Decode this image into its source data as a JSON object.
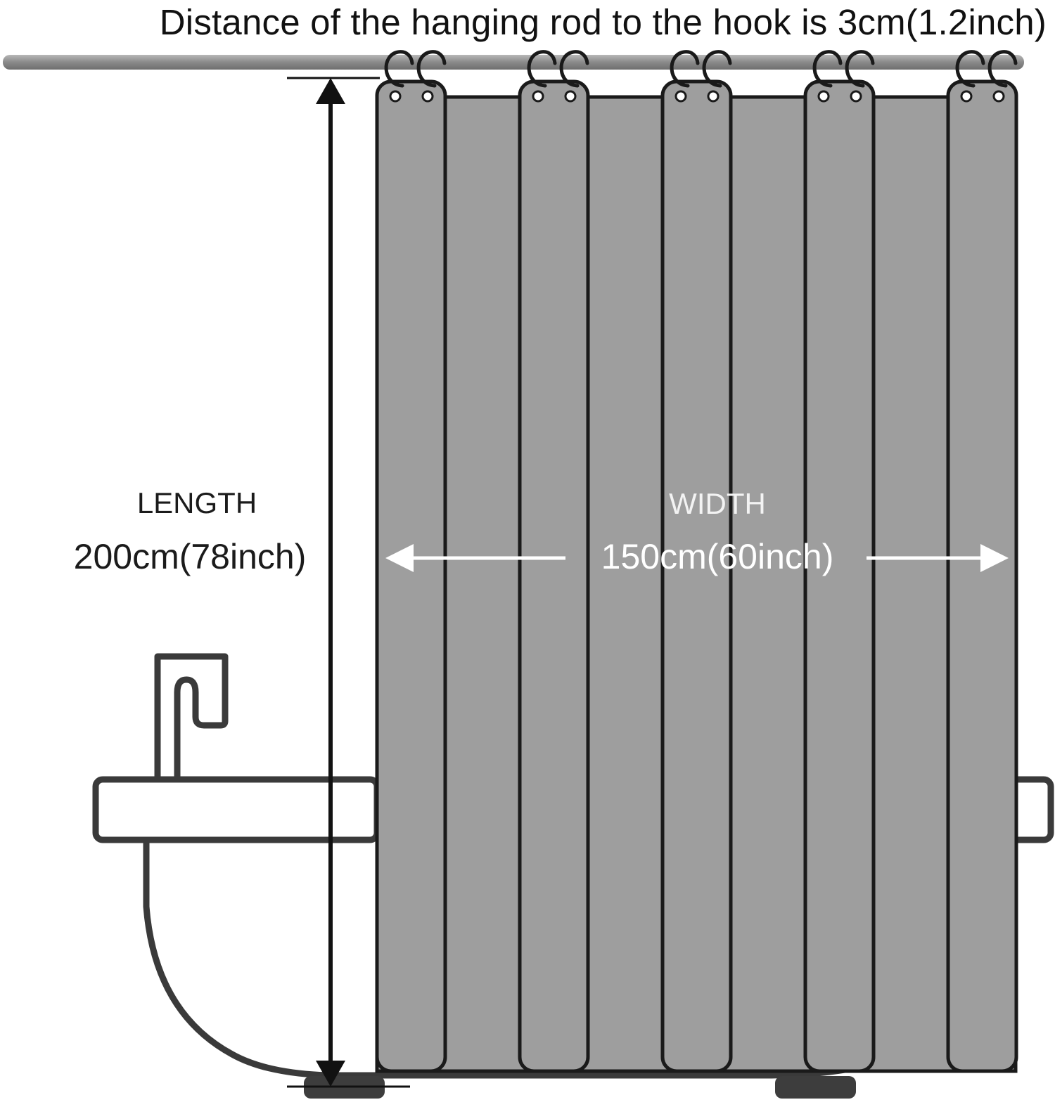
{
  "texts": {
    "headline": "Distance of the hanging rod to the hook is 3cm(1.2inch)",
    "length_label": "LENGTH",
    "length_value": "200cm(78inch)",
    "width_label": "WIDTH",
    "width_value": "150cm(60inch)"
  },
  "icons": [
    "shower-rod-icon",
    "curtain-ring-icon",
    "curtain-panel-icon",
    "bathtub-icon",
    "faucet-icon",
    "dimension-arrow-icon"
  ],
  "colors": {
    "curtain": "#9e9e9e",
    "outline": "#1a1a1a",
    "rod": "#8e8e8e",
    "tub_outline": "#3a3a3a",
    "tub_feet": "#3d3d3d",
    "width_text": "#ffffff",
    "length_text": "#1b1b1b"
  }
}
